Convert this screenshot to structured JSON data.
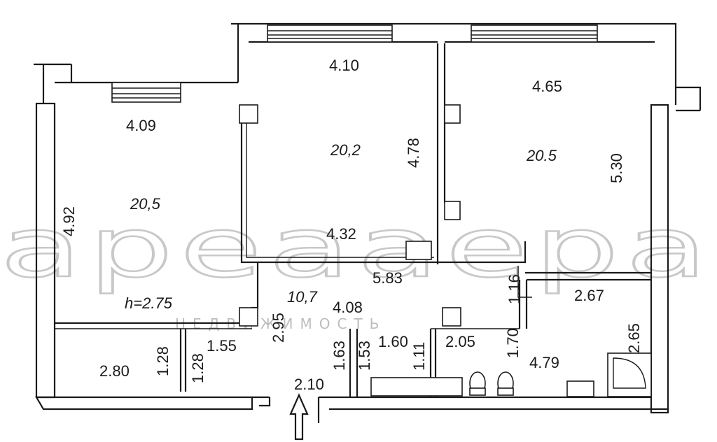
{
  "watermark": {
    "main": "apeaaepa",
    "sub": "НЕДВИЖИМОСТЬ"
  },
  "rooms": {
    "room_left": {
      "width": "4.09",
      "length": "4.92",
      "area": "20,5",
      "ceiling_height": "h=2.75"
    },
    "room_middle": {
      "width_top": "4.10",
      "width_bottom": "4.32",
      "length": "4.78",
      "area": "20,2"
    },
    "room_right": {
      "width": "4.65",
      "length": "5.30",
      "area": "20.5"
    },
    "hall": {
      "width": "5.83",
      "area": "10,7",
      "depth": "4.08",
      "side": "2.95",
      "entry": "2.10",
      "niche": "1.16"
    },
    "closet_a": {
      "width": "2.80",
      "depth": "1.28"
    },
    "closet_b": {
      "width": "1.55",
      "depth": "1.28"
    },
    "corridor": {
      "depth_a": "1.63",
      "depth_b": "1.53"
    },
    "wc": {
      "width": "1.60",
      "depth": "1.11"
    },
    "bath_small": {
      "width": "2.05",
      "depth": "1.70"
    },
    "bathroom": {
      "width": "2.67",
      "depth": "2.65",
      "area": "4.79"
    }
  }
}
